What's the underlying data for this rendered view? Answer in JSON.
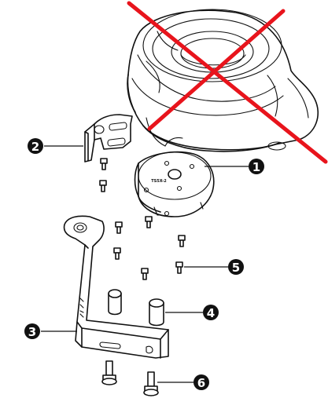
{
  "figure": {
    "crossed_out_label": "crossed-out part (do not use)",
    "cross_color": "#e8141c",
    "line_color": "#111111",
    "part_text": "TS5X-2"
  },
  "callouts": [
    {
      "id": "1",
      "label": "1"
    },
    {
      "id": "2",
      "label": "2"
    },
    {
      "id": "3",
      "label": "3"
    },
    {
      "id": "4",
      "label": "4"
    },
    {
      "id": "5",
      "label": "5"
    },
    {
      "id": "6",
      "label": "6"
    }
  ]
}
